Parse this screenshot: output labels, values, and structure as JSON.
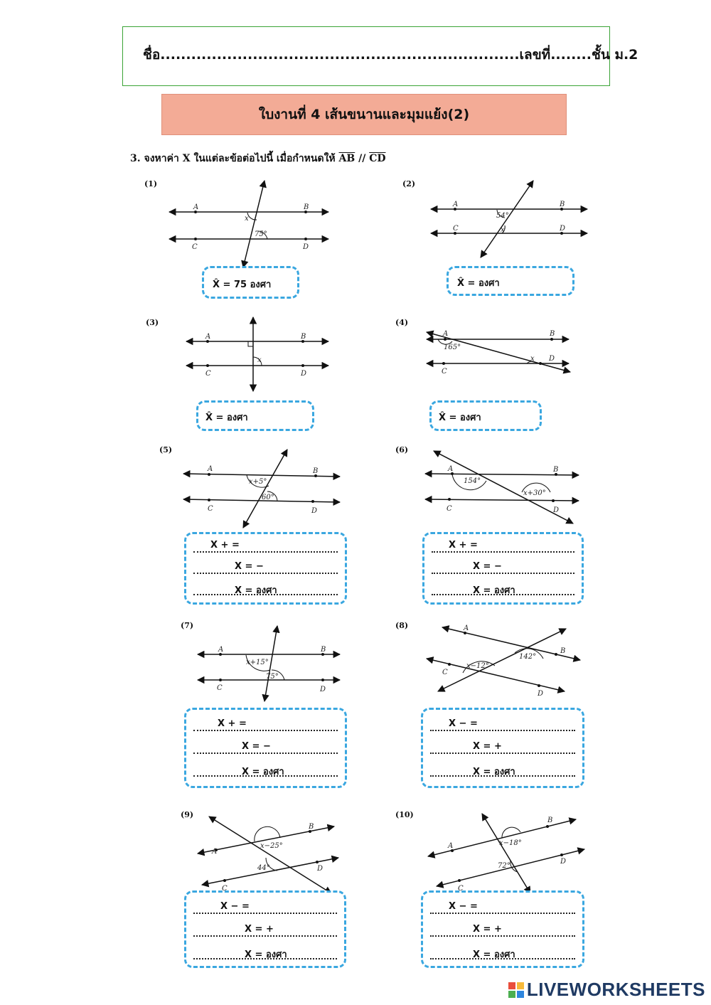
{
  "header": {
    "name_line": "ชื่อ......................................................................เลขที่........ชั้น ม.2",
    "title": "ใบงานที่ 4  เส้นขนานและมุมแย้ง(2)",
    "instruction": "3. จงหาค่า X ในแต่ละข้อต่อไปนี้ เมื่อกำหนดให้",
    "instruction_ab": "AB",
    "instruction_par": "//",
    "instruction_cd": "CD"
  },
  "problems": [
    {
      "label": "(1)",
      "angles": [
        "x",
        "75°"
      ],
      "answer": "X̂ =   75   องศา"
    },
    {
      "label": "(2)",
      "angles": [
        "54°",
        "x"
      ],
      "answer": "X̂ =              องศา"
    },
    {
      "label": "(3)",
      "angles": [
        "x"
      ],
      "answer": "X̂ =              องศา"
    },
    {
      "label": "(4)",
      "angles": [
        "165°",
        "x"
      ],
      "answer": "X̂ =              องศา"
    },
    {
      "label": "(5)",
      "angles": [
        "x+5°",
        "60°"
      ],
      "rows": [
        "X +      =",
        "X   =       −",
        "X   =           องศา"
      ]
    },
    {
      "label": "(6)",
      "angles": [
        "154°",
        "x+30°"
      ],
      "rows": [
        "X +      =",
        "X   =       −",
        "X   =           องศา"
      ]
    },
    {
      "label": "(7)",
      "angles": [
        "x+15°",
        "75°"
      ],
      "rows": [
        "X +      =",
        "X   =       −",
        "X   =           องศา"
      ]
    },
    {
      "label": "(8)",
      "angles": [
        "x−12°",
        "142°"
      ],
      "rows": [
        "X −      =",
        "X   =       +",
        "X   =           องศา"
      ]
    },
    {
      "label": "(9)",
      "angles": [
        "x−25°",
        "44°"
      ],
      "rows": [
        "X −      =",
        "X   =       +",
        "X   =           องศา"
      ]
    },
    {
      "label": "(10)",
      "angles": [
        "x−18°",
        "72°"
      ],
      "rows": [
        "X −      =",
        "X   =       +",
        "X   =           องศา"
      ]
    }
  ],
  "points": {
    "a": "A",
    "b": "B",
    "c": "C",
    "d": "D"
  },
  "brand": {
    "name": "LIVEWORKSHEETS"
  },
  "colors": {
    "title_bg": "#f3ab96",
    "border_green": "#3aa335",
    "dash_blue": "#3aa7e0",
    "logo": "#1f3a63"
  }
}
